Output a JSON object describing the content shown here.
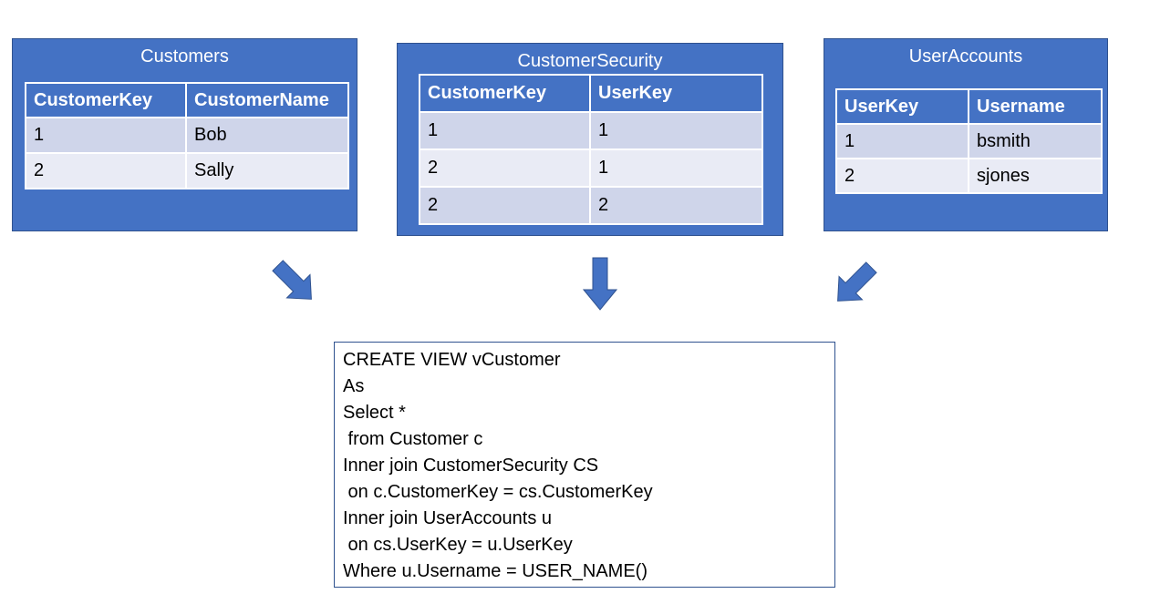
{
  "tables": {
    "customers": {
      "title": "Customers",
      "columns": [
        "CustomerKey",
        "CustomerName"
      ],
      "rows": [
        [
          "1",
          "Bob"
        ],
        [
          "2",
          "Sally"
        ]
      ]
    },
    "customer_security": {
      "title": "CustomerSecurity",
      "columns": [
        "CustomerKey",
        "UserKey"
      ],
      "rows": [
        [
          "1",
          "1"
        ],
        [
          "2",
          "1"
        ],
        [
          "2",
          "2"
        ]
      ]
    },
    "user_accounts": {
      "title": "UserAccounts",
      "columns": [
        "UserKey",
        "Username"
      ],
      "rows": [
        [
          "1",
          "bsmith"
        ],
        [
          "2",
          "sjones"
        ]
      ]
    }
  },
  "arrows": [
    "arrow-down-right-icon",
    "arrow-down-icon",
    "arrow-down-left-icon"
  ],
  "sql": {
    "lines": [
      "CREATE VIEW vCustomer",
      "As",
      "Select *",
      " from Customer c",
      "Inner join CustomerSecurity CS",
      " on c.CustomerKey = cs.CustomerKey",
      "Inner join UserAccounts u",
      " on cs.UserKey = u.UserKey",
      "Where u.Username = USER_NAME()"
    ]
  },
  "colors": {
    "panel": "#4472c4",
    "row_odd": "#cfd5ea",
    "row_even": "#e9ebf5",
    "border": "#2f528f"
  }
}
